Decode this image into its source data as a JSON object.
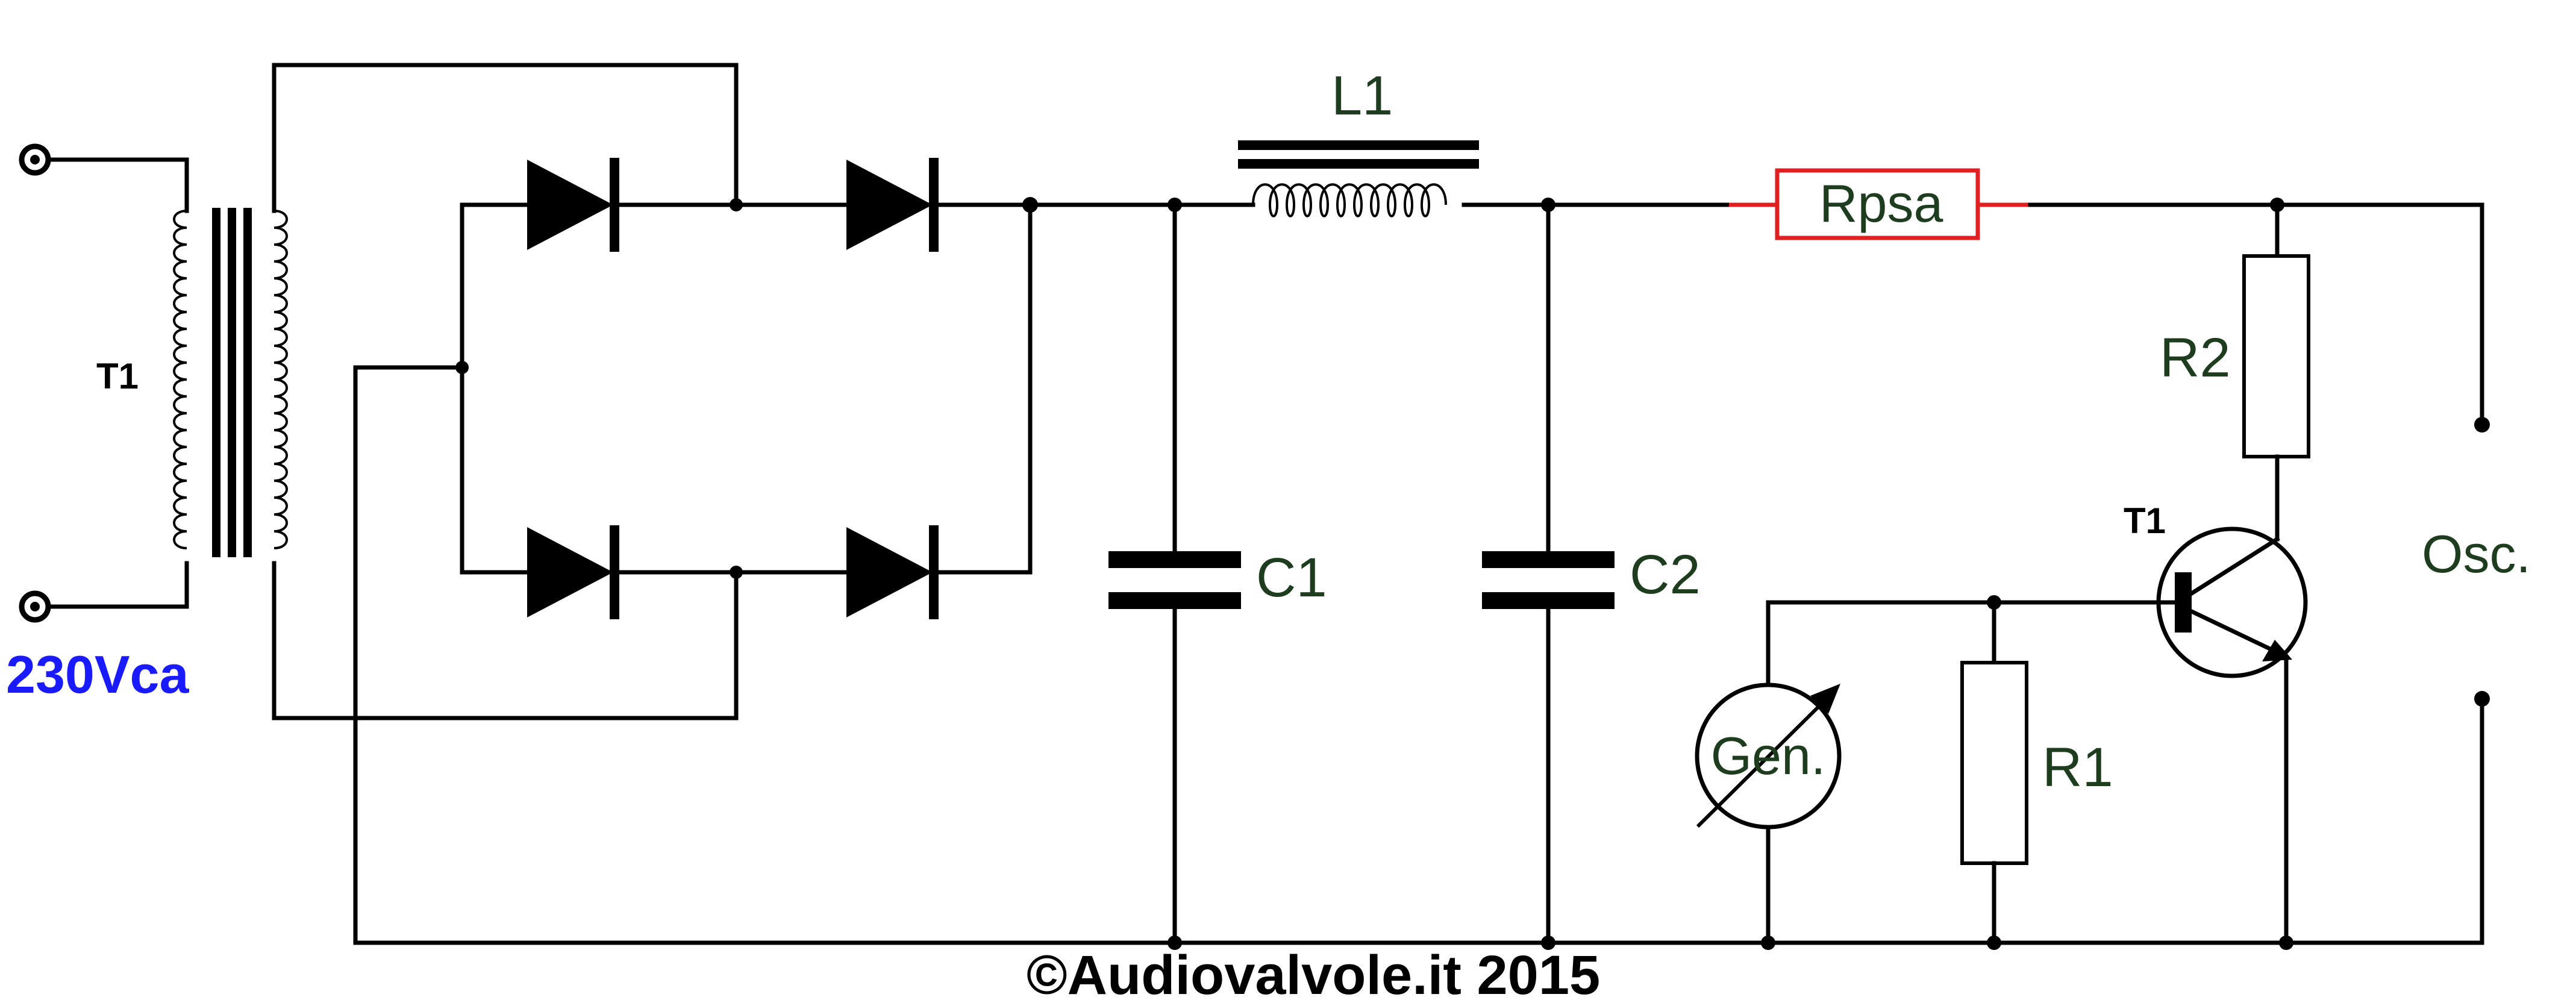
{
  "diagram": {
    "labels": {
      "transformer": "T1",
      "input_voltage": "230Vca",
      "inductor": "L1",
      "cap1": "C1",
      "cap2": "C2",
      "rpsa": "Rpsa",
      "r1": "R1",
      "r2": "R2",
      "transistor": "T1",
      "generator": "Gen.",
      "oscilloscope": "Osc.",
      "copyright": "©Audiovalvole.it 2015"
    },
    "colors": {
      "wire": "#000000",
      "label_text": "#1e3d1e",
      "rpsa_highlight": "#e02020",
      "voltage_label": "#1a1aff"
    }
  }
}
